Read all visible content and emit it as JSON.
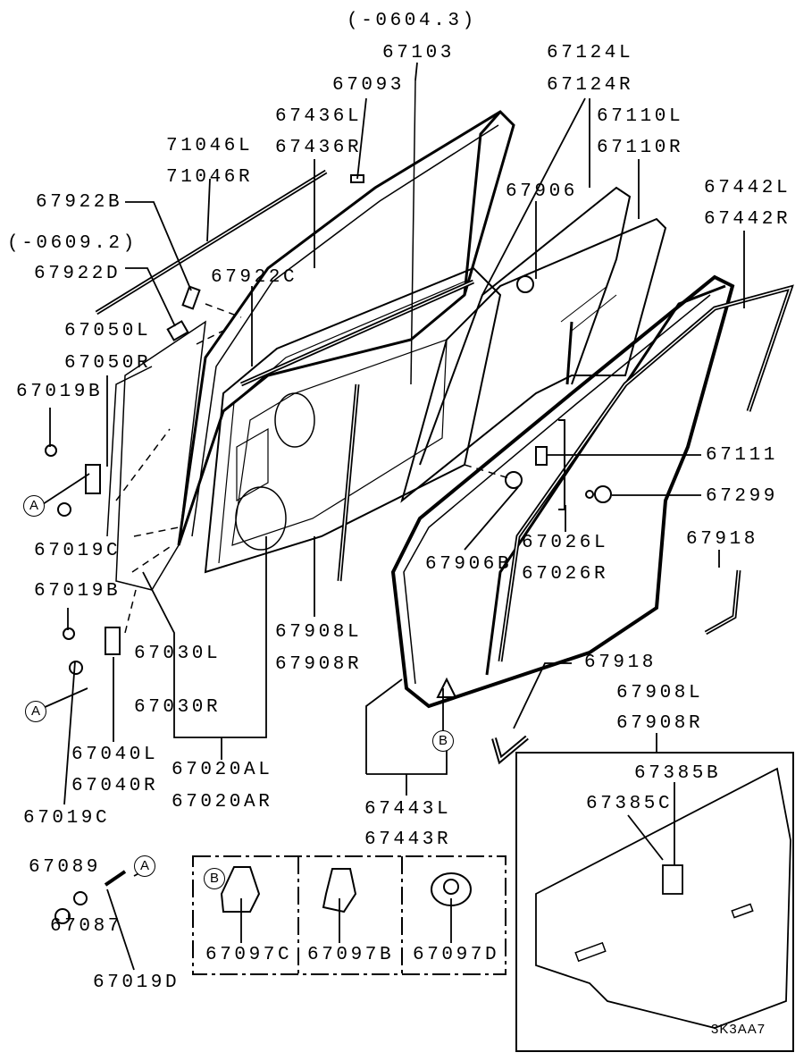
{
  "diagram_code": "3K3AA7",
  "labels": {
    "date_0604": "(-0604.3)",
    "p67103": "67103",
    "p67093": "67093",
    "p67124L": "67124L",
    "p67124R": "67124R",
    "p67110L": "67110L",
    "p67110R": "67110R",
    "p67436L": "67436L",
    "p67436R": "67436R",
    "p71046L": "71046L",
    "p71046R": "71046R",
    "p67922B": "67922B",
    "p67906": "67906",
    "p67442L": "67442L",
    "p67442R": "67442R",
    "date_0609": "(-0609.2)",
    "p67922D": "67922D",
    "p67922C": "67922C",
    "p67050L": "67050L",
    "p67050R": "67050R",
    "p67019B_1": "67019B",
    "p67111": "67111",
    "p67299": "67299",
    "p67019C_1": "67019C",
    "p67918_1": "67918",
    "p67026L": "67026L",
    "p67026R": "67026R",
    "p67906B": "67906B",
    "p67019B_2": "67019B",
    "p67908L_1": "67908L",
    "p67908R_1": "67908R",
    "p67030L": "67030L",
    "p67030R": "67030R",
    "p67918_2": "67918",
    "p67908L_2": "67908L",
    "p67908R_2": "67908R",
    "p67040L": "67040L",
    "p67040R": "67040R",
    "p67020AL": "67020AL",
    "p67020AR": "67020AR",
    "p67385B": "67385B",
    "p67385C": "67385C",
    "p67443L": "67443L",
    "p67443R": "67443R",
    "p67019C_2": "67019C",
    "p67089": "67089",
    "p67087": "67087",
    "p67019D": "67019D",
    "p67097C": "67097C",
    "p67097B": "67097B",
    "p67097D": "67097D"
  },
  "callouts": {
    "a1": "A",
    "a2": "A",
    "a3": "A",
    "b1": "B",
    "b2": "B"
  }
}
